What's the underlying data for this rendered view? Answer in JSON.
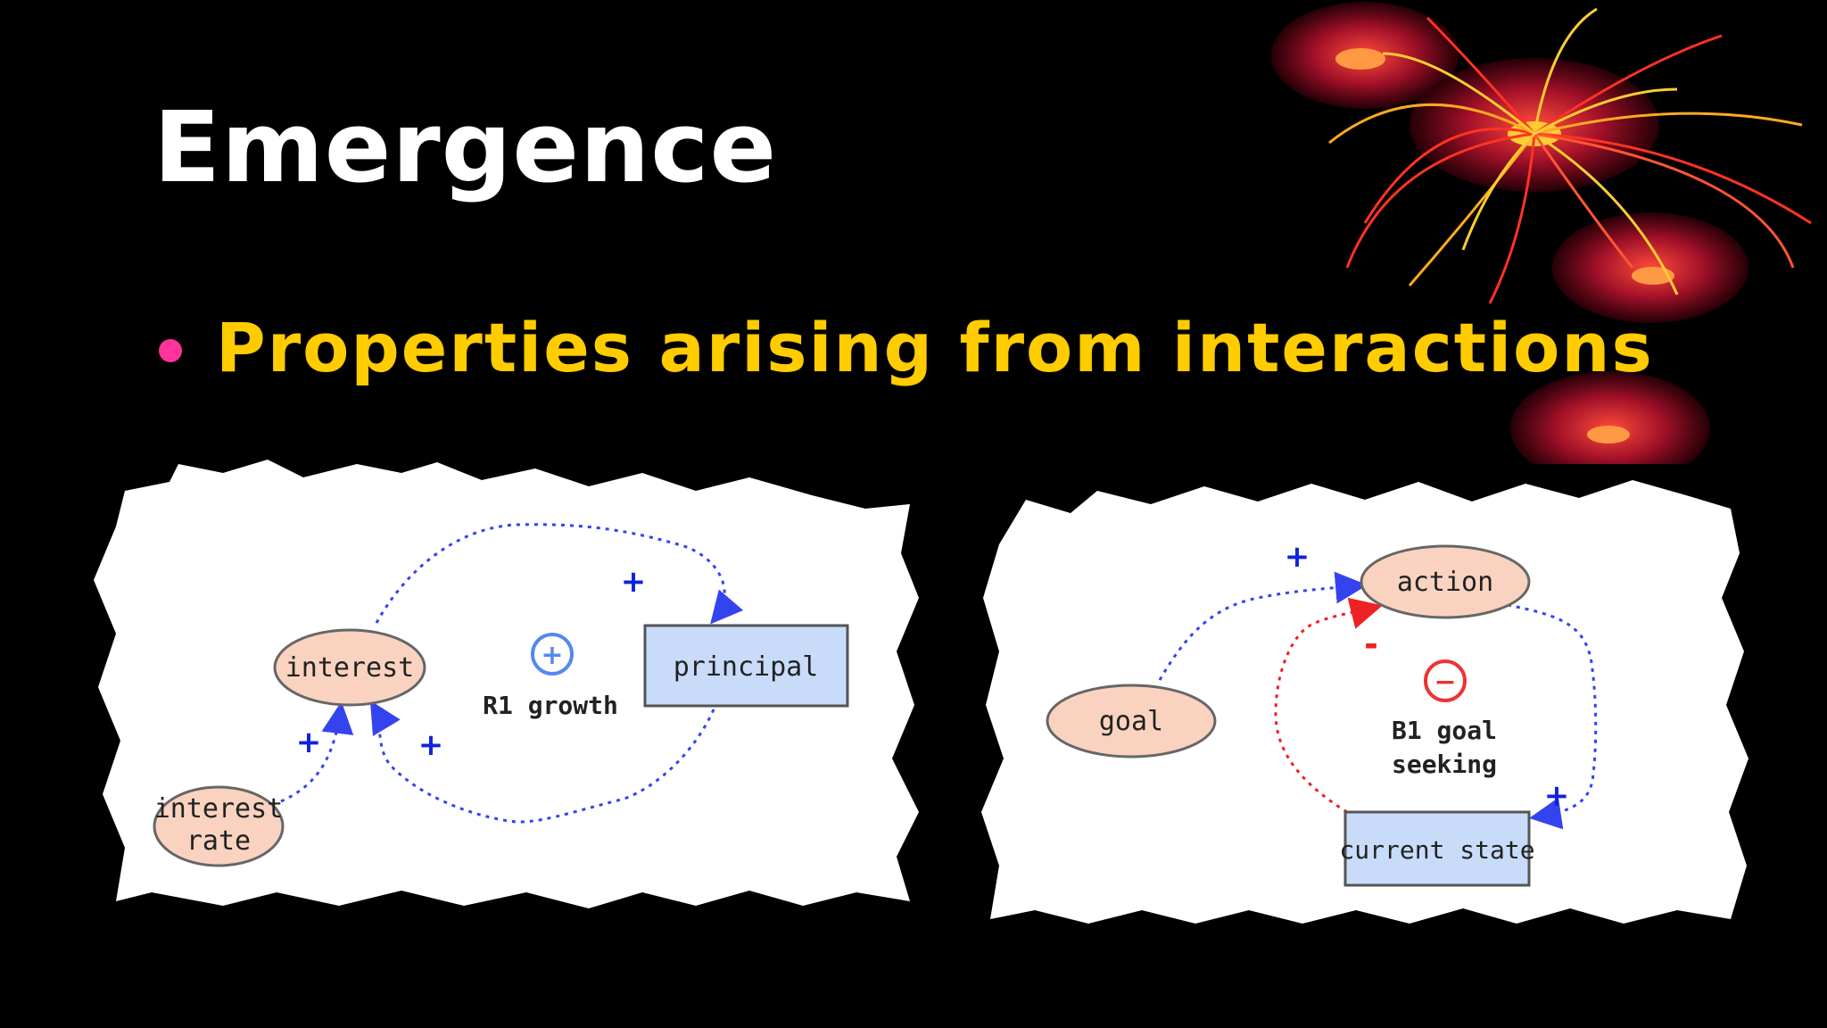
{
  "slide": {
    "title": "Emergence",
    "bullet": "Properties arising from interactions"
  },
  "left_diagram": {
    "nodes": {
      "interest": "interest",
      "interest_rate_line1": "interest",
      "interest_rate_line2": "rate",
      "principal": "principal"
    },
    "loop_label": "R1 growth",
    "loop_symbol": "+",
    "polarity_labels": {
      "interest_to_principal": "+",
      "rate_to_interest": "+",
      "principal_to_interest": "+"
    }
  },
  "right_diagram": {
    "nodes": {
      "action": "action",
      "goal": "goal",
      "current_state": "current state"
    },
    "loop_label_line1": "B1 goal",
    "loop_label_line2": "seeking",
    "loop_symbol": "−",
    "polarity_labels": {
      "goal_to_action": "+",
      "state_to_action": "-",
      "action_to_state": "+"
    }
  },
  "colors": {
    "background": "#000000",
    "title": "#ffffff",
    "bullet_text": "#ffcc00",
    "bullet_dot": "#ff3399",
    "panel": "#ffffff",
    "node_fill": "#f9d3c0",
    "stock_fill": "#c8dcfa",
    "link_blue": "#3344ee",
    "link_red": "#ee2222"
  }
}
